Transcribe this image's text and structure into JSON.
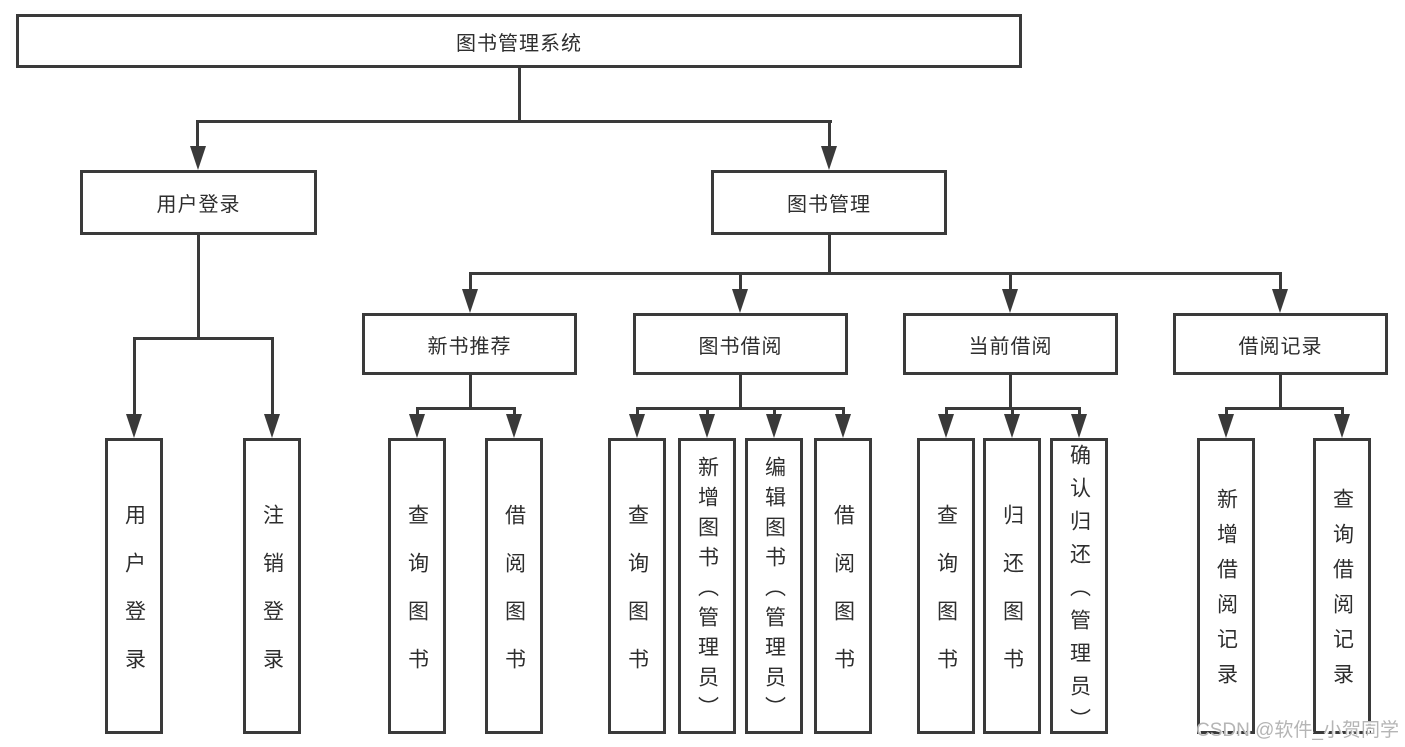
{
  "tree": {
    "label": "图书管理系统",
    "children": [
      {
        "label": "用户登录",
        "children": [
          {
            "label": "用户登录"
          },
          {
            "label": "注销登录"
          }
        ]
      },
      {
        "label": "图书管理",
        "children": [
          {
            "label": "新书推荐",
            "children": [
              {
                "label": "查询图书"
              },
              {
                "label": "借阅图书"
              }
            ]
          },
          {
            "label": "图书借阅",
            "children": [
              {
                "label": "查询图书"
              },
              {
                "label": "新增图书（管理员）"
              },
              {
                "label": "编辑图书（管理员）"
              },
              {
                "label": "借阅图书"
              }
            ]
          },
          {
            "label": "当前借阅",
            "children": [
              {
                "label": "查询图书"
              },
              {
                "label": "归还图书"
              },
              {
                "label": "确认归还（管理员）"
              }
            ]
          },
          {
            "label": "借阅记录",
            "children": [
              {
                "label": "新增借阅记录"
              },
              {
                "label": "查询借阅记录"
              }
            ]
          }
        ]
      }
    ]
  },
  "watermark": "CSDN @软件_小贺同学",
  "colors": {
    "line": "#3a3a3a",
    "text": "#2e2e2e",
    "watermark": "#b5b5b5",
    "background": "#ffffff"
  }
}
